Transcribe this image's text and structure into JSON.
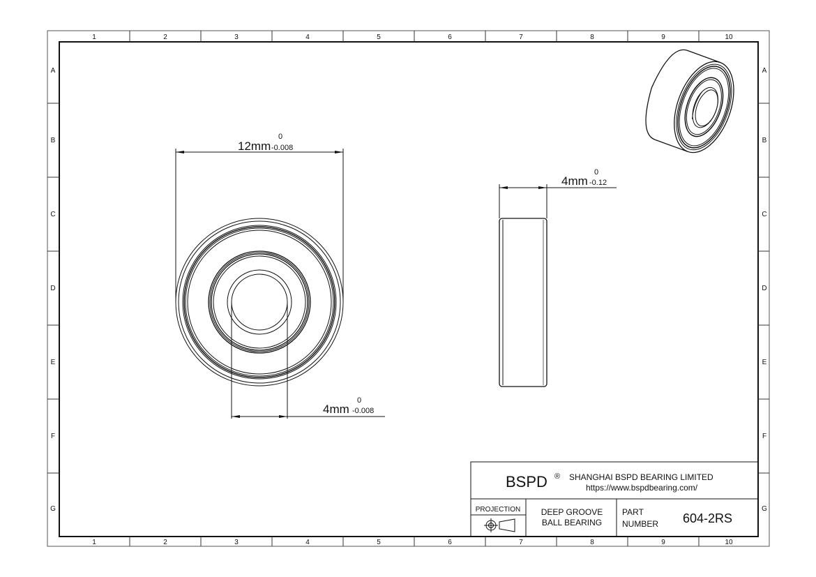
{
  "sheet": {
    "columns": [
      "1",
      "2",
      "3",
      "4",
      "5",
      "6",
      "7",
      "8",
      "9",
      "10"
    ],
    "rows": [
      "A",
      "B",
      "C",
      "D",
      "E",
      "F",
      "G"
    ]
  },
  "dimensions": {
    "outer_diameter": {
      "value": "12mm",
      "upper": "0",
      "lower": "-0.008"
    },
    "width": {
      "value": "4mm",
      "upper": "0",
      "lower": "-0.12"
    },
    "bore": {
      "value": "4mm",
      "upper": "0",
      "lower": "-0.008"
    }
  },
  "title_block": {
    "brand": "BSPD",
    "registered_mark": "®",
    "company": "SHANGHAI BSPD BEARING LIMITED",
    "website": "https://www.bspdbearing.com/",
    "projection_label": "PROJECTION",
    "description_line1": "DEEP GROOVE",
    "description_line2": "BALL BEARING",
    "part_label_line1": "PART",
    "part_label_line2": "NUMBER",
    "part_number": "604-2RS"
  },
  "colors": {
    "line": "#111111",
    "background": "#ffffff"
  }
}
